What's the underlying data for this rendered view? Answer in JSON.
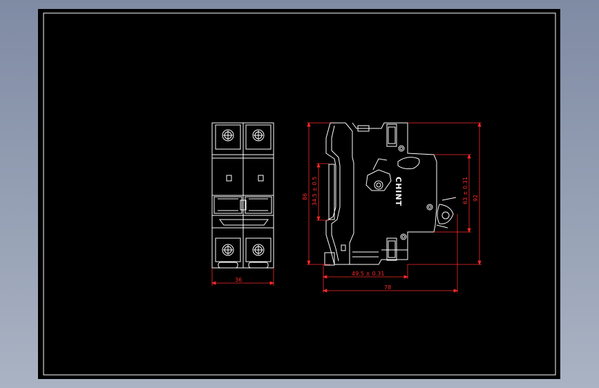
{
  "drawing": {
    "front_view": {
      "width_dim": "36"
    },
    "side_view": {
      "brand": "CHINT",
      "dims": {
        "total_width": "78",
        "body_depth": "49.5 ± 0.31",
        "height_left": "86",
        "rail_height": "34.5 ± 0.5",
        "height_right_inner": "63 ± 0.31",
        "height_right_outer": "92"
      }
    },
    "colors": {
      "background": "#000000",
      "geometry": "#ffffff",
      "dimension": "#ff2a2a",
      "viewport": "#9aa4b6"
    }
  }
}
